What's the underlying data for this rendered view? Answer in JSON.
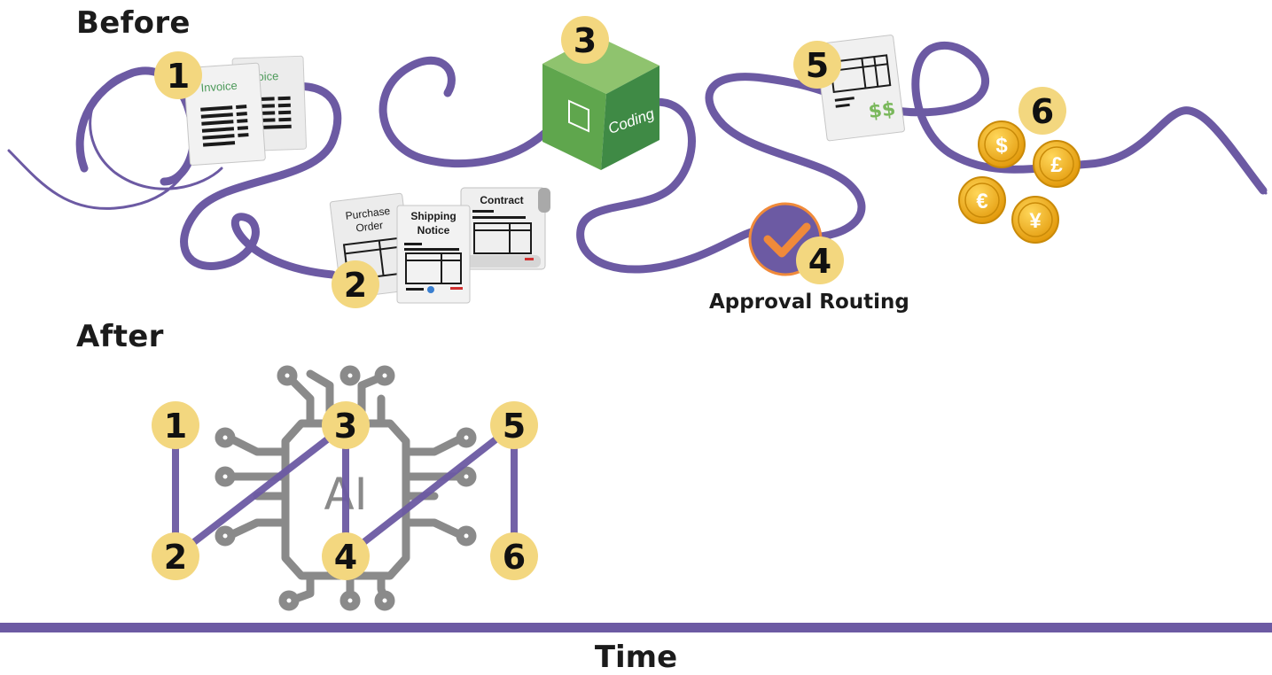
{
  "before": {
    "title": "Before",
    "steps": [
      "1",
      "2",
      "3",
      "4",
      "5",
      "6"
    ],
    "invoice_label": "Invoice",
    "invoice_label_partial": "nvoice",
    "purchase_order_line1": "Purchase",
    "purchase_order_line2": "Order",
    "shipping_notice_line1": "Shipping",
    "shipping_notice_line2": "Notice",
    "contract_label": "Contract",
    "coding_label": "Coding",
    "dollar_signs": "$$",
    "approval_caption": "Approval Routing",
    "coin_symbols": [
      "$",
      "£",
      "€",
      "¥"
    ]
  },
  "after": {
    "title": "After",
    "steps": [
      "1",
      "2",
      "3",
      "4",
      "5",
      "6"
    ],
    "ai_label": "AI"
  },
  "axis": {
    "label": "Time"
  },
  "colors": {
    "path": "#6c5aa3",
    "badge": "#f3d77f",
    "cube_top": "#8fc36e",
    "cube_left": "#5fa64d",
    "cube_right": "#3f8a45",
    "coin": "#f2b31c",
    "check_circle": "#6c5aa3",
    "check_mark": "#f08a3a",
    "chip": "#8a8a8a",
    "money_green": "#7ab85c"
  }
}
